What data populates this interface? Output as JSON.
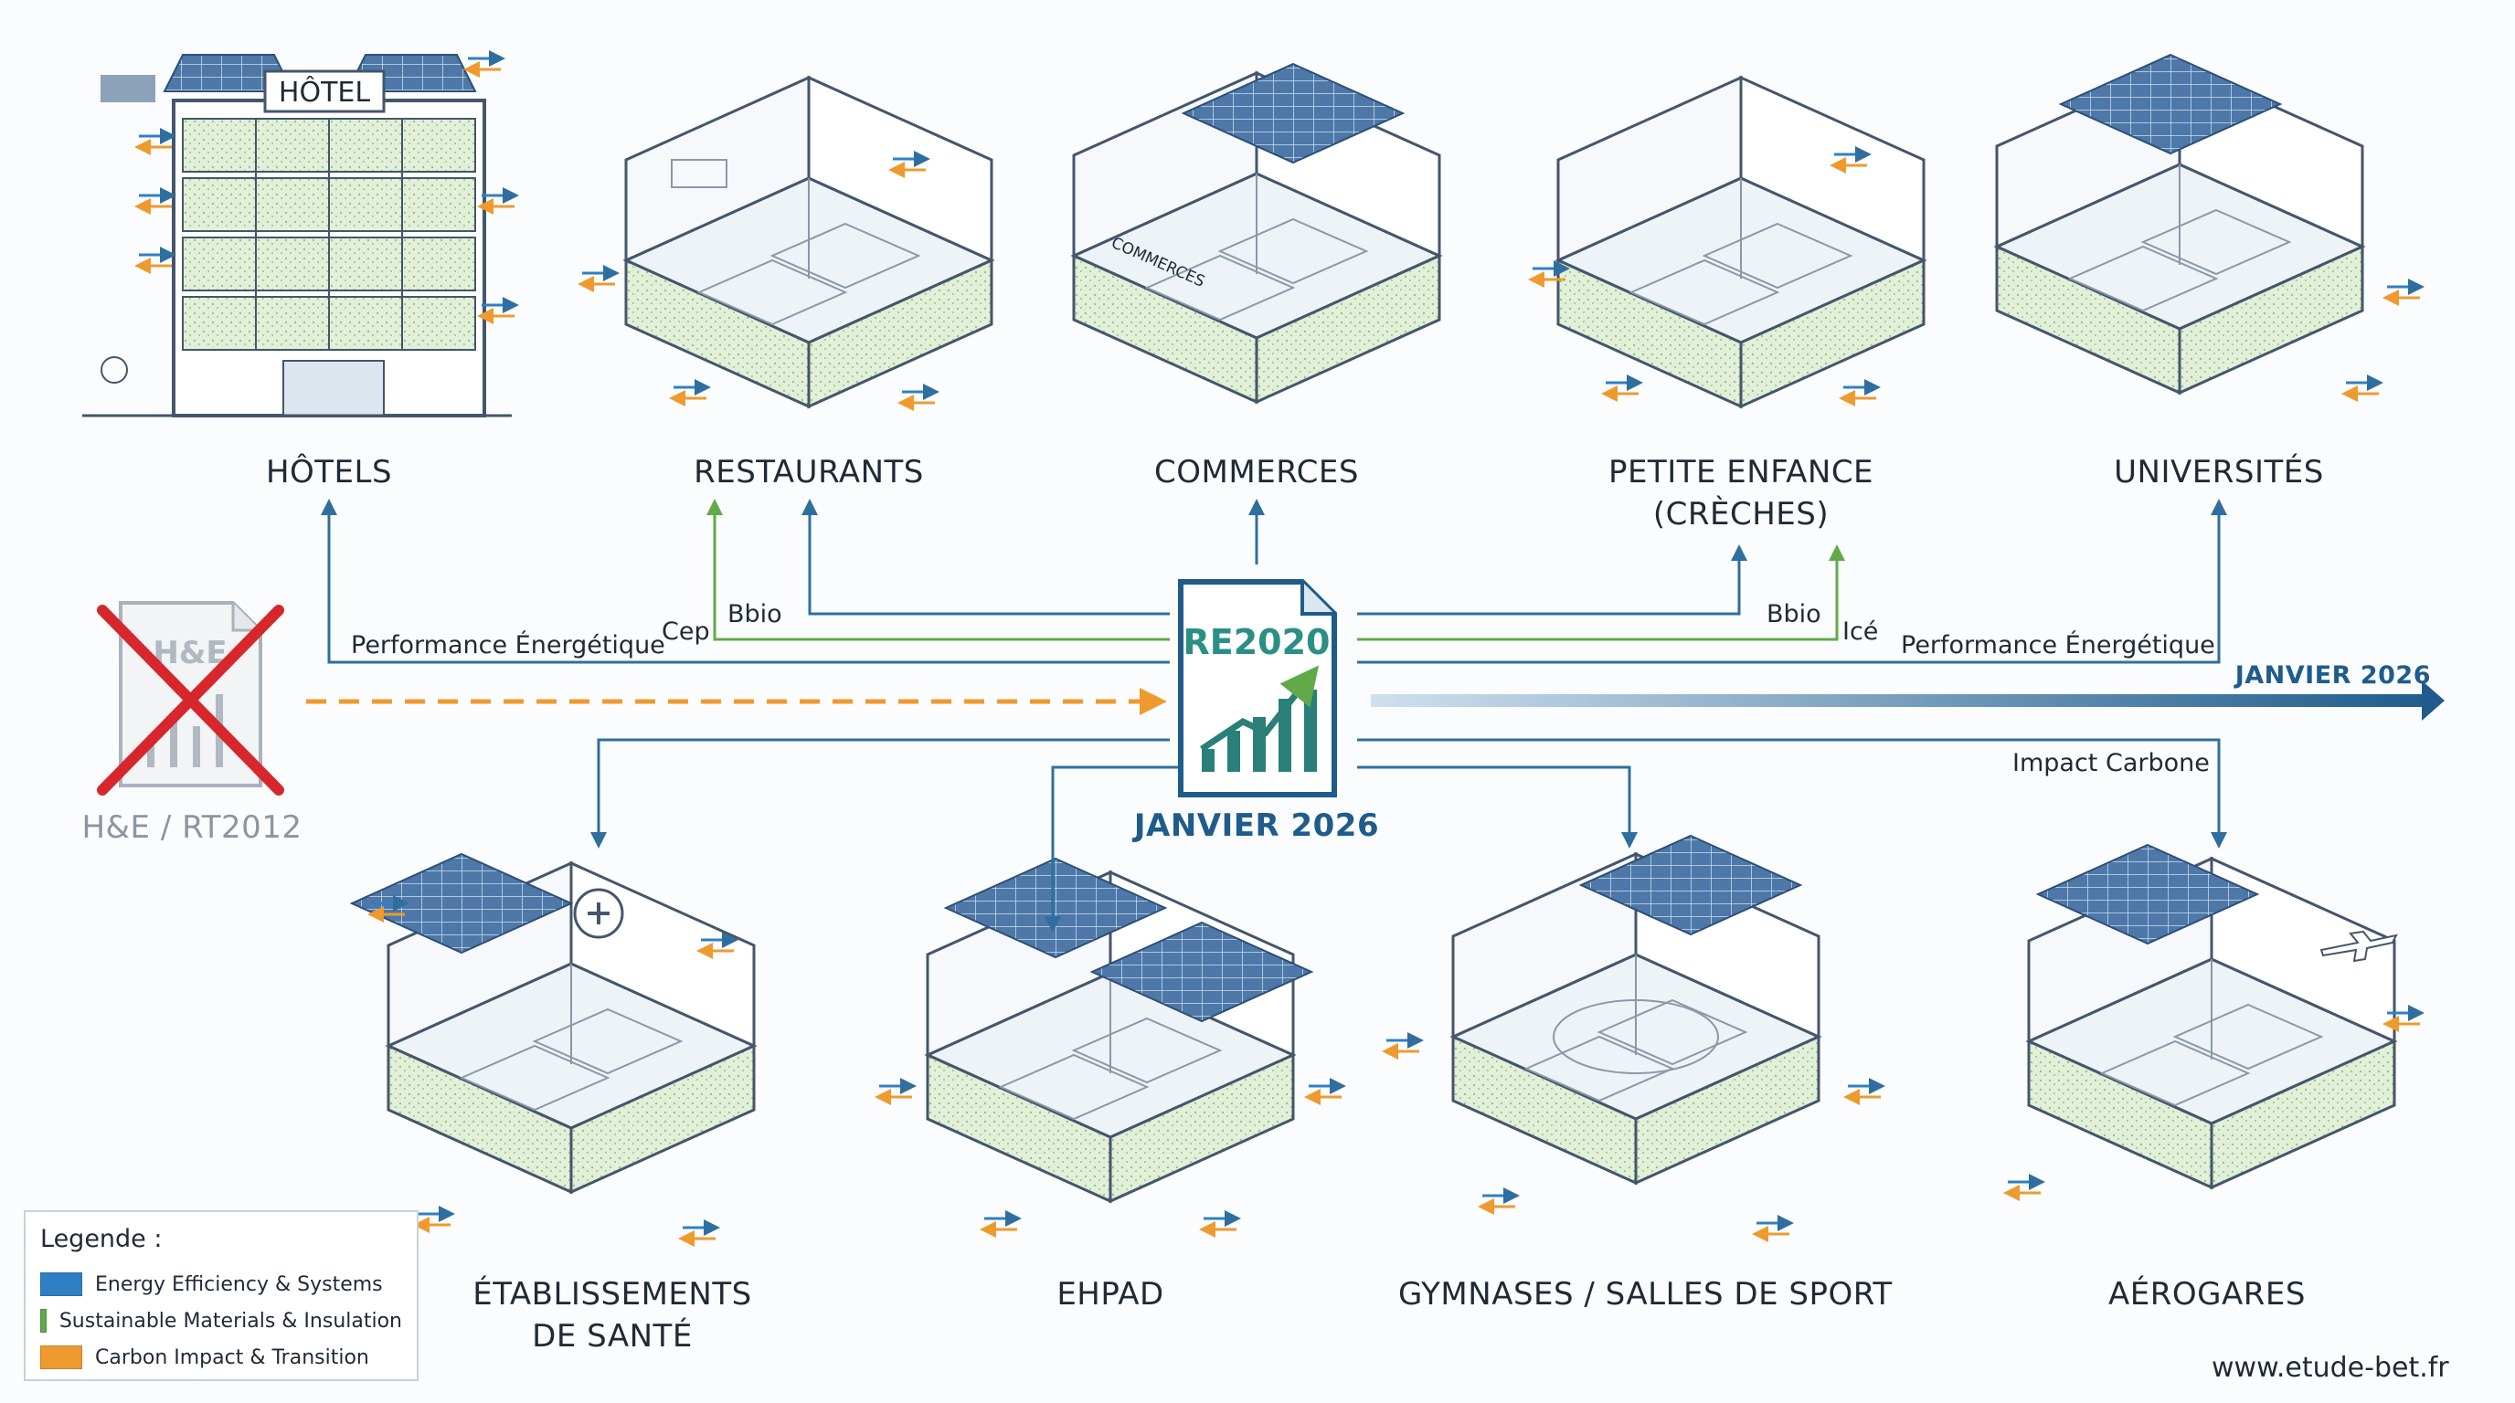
{
  "colors": {
    "energy": "#2f7fc4",
    "materials": "#62a94a",
    "carbon": "#ef9a2e",
    "re2020_text": "#2b8f86",
    "janvier": "#1f5c8c",
    "cross": "#d8272c"
  },
  "old_regulation": {
    "icon_text": "H&E",
    "label": "H&E / RT2012"
  },
  "re2020": {
    "title": "RE2020",
    "date": "JANVIER 2026"
  },
  "timeline": {
    "label": "JANVIER 2026"
  },
  "buildings": {
    "hotels": {
      "label": "HÔTELS",
      "sign": "HÔTEL"
    },
    "restaurants": {
      "label": "RESTAURANTS"
    },
    "commerces": {
      "label": "COMMERCES",
      "sign": "COMMERCES"
    },
    "creches": {
      "label_line1": "PETITE ENFANCE",
      "label_line2": "(CRÈCHES)"
    },
    "universites": {
      "label": "UNIVERSITÉS"
    },
    "sante": {
      "label_line1": "ÉTABLISSEMENTS",
      "label_line2": "DE SANTÉ"
    },
    "ehpad": {
      "label": "EHPAD"
    },
    "gymnases": {
      "label": "GYMNASES / SALLES DE SPORT"
    },
    "aerogares": {
      "label": "AÉROGARES"
    }
  },
  "connectors": {
    "perf_left": "Performance Énergétique",
    "cep": "Cep",
    "bbio_left": "Bbio",
    "bbio_right": "Bbio",
    "ice": "Icé",
    "perf_right": "Performance Énergétique",
    "impact": "Impact Carbone"
  },
  "legend": {
    "title": "Legende :",
    "items": [
      {
        "label": "Energy Efficiency & Systems",
        "color": "#2f7fc4"
      },
      {
        "label": "Sustainable Materials & Insulation",
        "color": "#62a94a"
      },
      {
        "label": "Carbon Impact & Transition",
        "color": "#ef9a2e"
      }
    ]
  },
  "footer": {
    "url": "www.etude-bet.fr"
  }
}
